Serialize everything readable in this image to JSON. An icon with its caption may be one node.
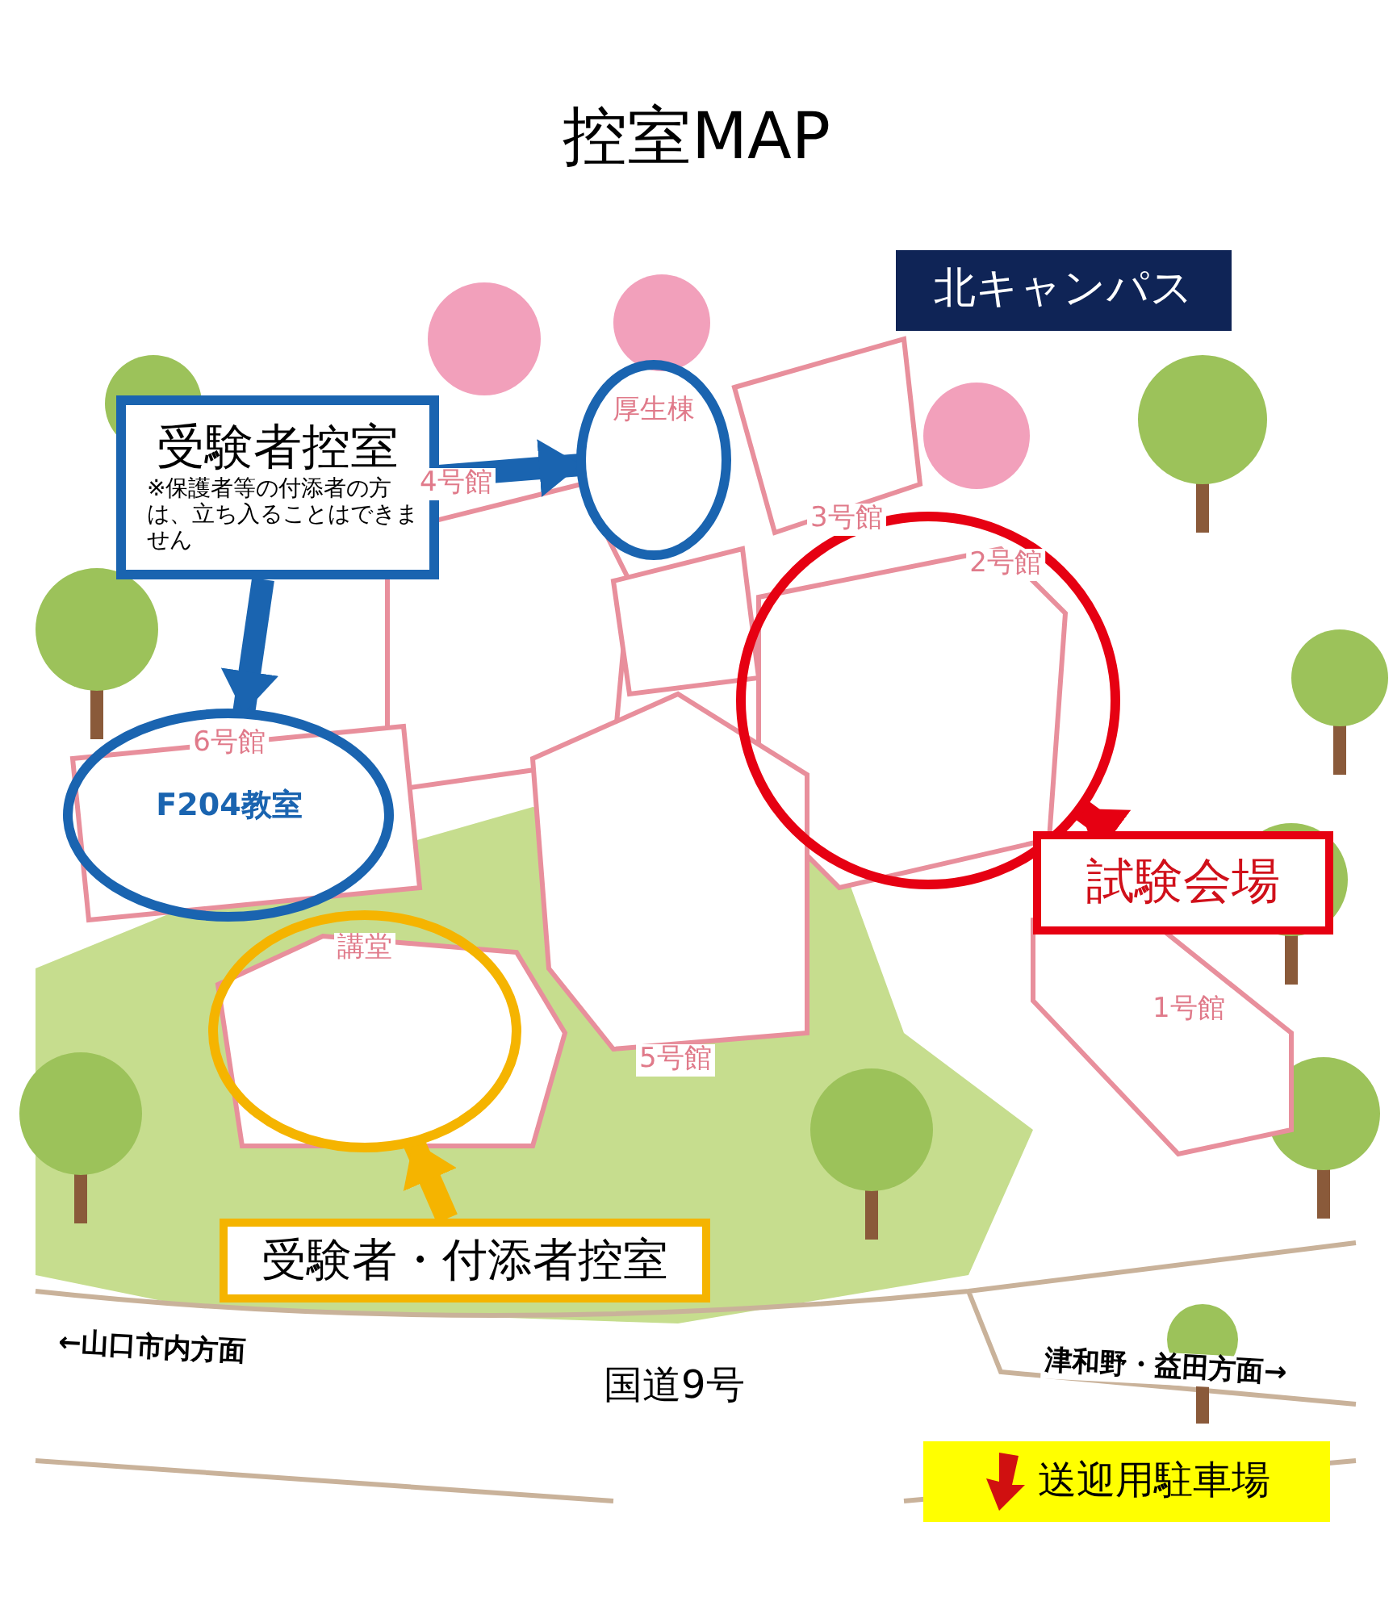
{
  "diagram": {
    "title": "控室MAP",
    "nodes": [
      {
        "text": [
          "北キャンパス"
        ]
      },
      {
        "text": [
          "受験者控室",
          "※保護者等の付添者の方は、立ち入ることはできません"
        ]
      },
      {
        "text": [
          "厚生棟"
        ]
      },
      {
        "text": [
          "6号館",
          "F204教室"
        ]
      },
      {
        "text": [
          "講堂"
        ]
      },
      {
        "text": [
          "受験者・付添者控室"
        ]
      },
      {
        "text": [
          "2号館"
        ]
      },
      {
        "text": [
          "試験会場"
        ]
      },
      {
        "text": [
          "送迎用駐車場"
        ]
      }
    ],
    "edges": [
      {
        "from": 1,
        "to": 2,
        "arrow": "to"
      },
      {
        "from": 1,
        "to": 3,
        "arrow": "to"
      },
      {
        "from": 5,
        "to": 4,
        "arrow": "to",
        "color": "#f5b400"
      },
      {
        "from": 7,
        "to": 6,
        "arrow": "to",
        "color": "#e60012"
      }
    ],
    "labels": [
      "4号館",
      "3号館",
      "5号館",
      "1号館",
      "←山口市内方面",
      "国道9号",
      "津和野・益田方面→"
    ]
  }
}
